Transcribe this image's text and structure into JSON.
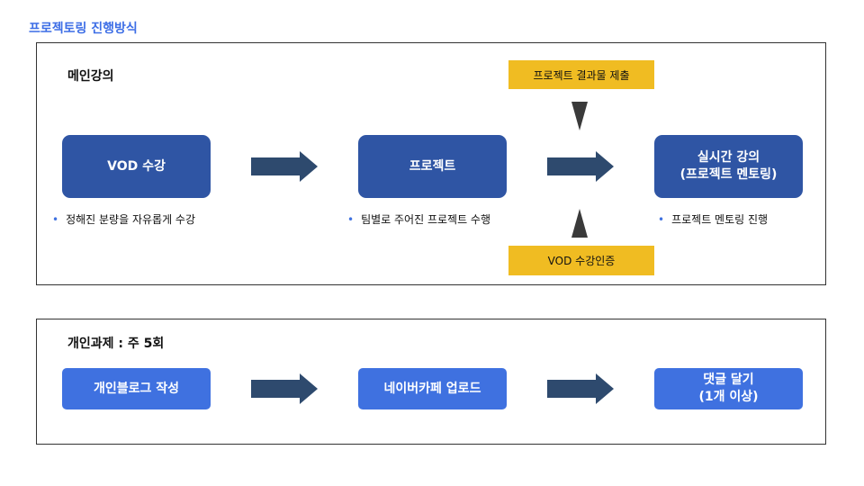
{
  "title": "프로젝토링 진행방식",
  "panel_main": {
    "label": "메인강의",
    "steps": [
      {
        "label": "VOD 수강",
        "bullet": "정해진 분량을 자유롭게 수강"
      },
      {
        "label": "프로젝트",
        "bullet": "팀별로 주어진 프로젝트 수행"
      },
      {
        "label": "실시간 강의\n(프로젝트 멘토링)",
        "bullet": "프로젝트 멘토링 진행"
      }
    ],
    "input_top": "프로젝트 결과물 제출",
    "input_bottom": "VOD 수강인증"
  },
  "panel_personal": {
    "label": "개인과제 : 주 5회",
    "steps": [
      {
        "label": "개인블로그 작성"
      },
      {
        "label": "네이버카페 업로드"
      },
      {
        "label": "댓글 달기\n(1개 이상)"
      }
    ]
  },
  "colors": {
    "title": "#3d6ee6",
    "main_box": "#2f55a4",
    "personal_box": "#3f71e0",
    "arrow": "#2e4a6e",
    "highlight": "#f0bc22"
  }
}
